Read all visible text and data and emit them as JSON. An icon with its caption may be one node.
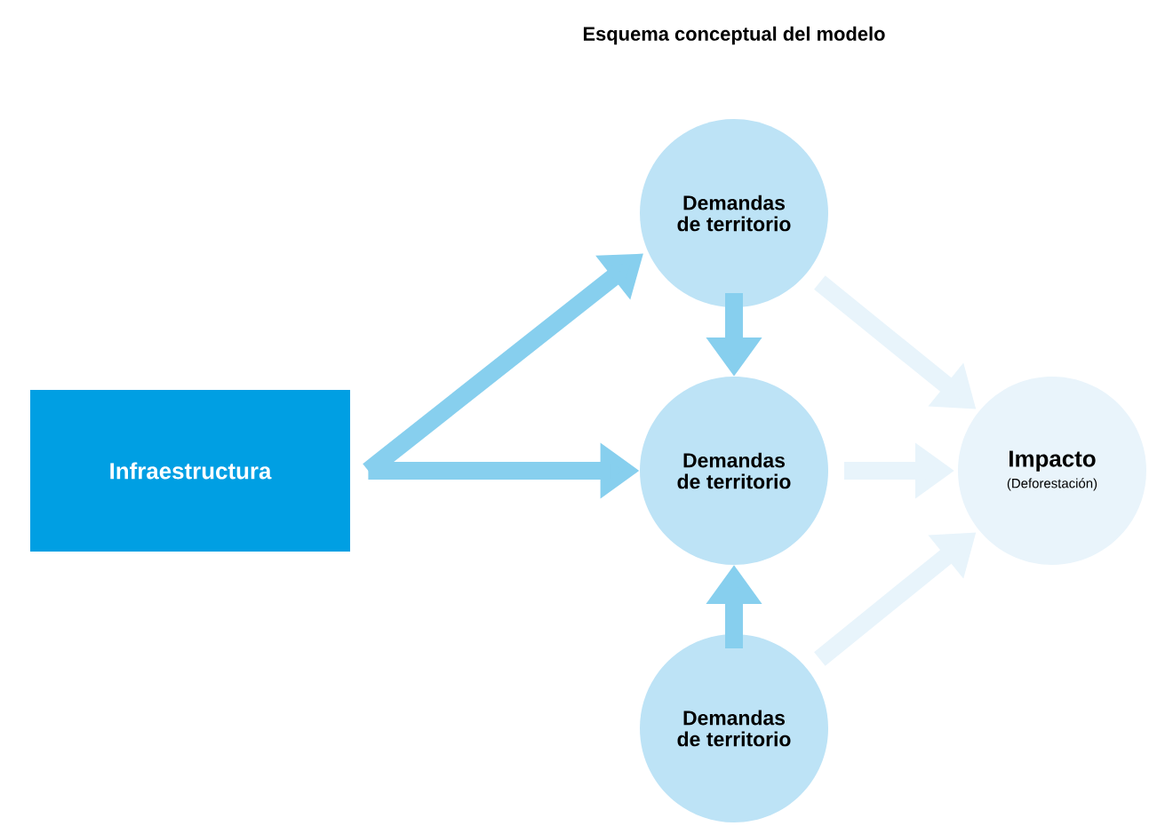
{
  "diagram": {
    "title": "Esquema conceptual del modelo",
    "nodes": [
      {
        "text": [
          "Infraestructura"
        ]
      },
      {
        "text": [
          "Demandas de territorio"
        ]
      },
      {
        "text": [
          "Demandas de territorio"
        ]
      },
      {
        "text": [
          "Demandas de territorio"
        ]
      },
      {
        "text": [
          "Impacto",
          "(Deforestación)"
        ]
      }
    ],
    "edges": [
      {
        "from": 0,
        "to": 1,
        "arrow": "to"
      },
      {
        "from": 0,
        "to": 2,
        "arrow": "to"
      },
      {
        "from": 1,
        "to": 2,
        "arrow": "to"
      },
      {
        "from": 3,
        "to": 2,
        "arrow": "to"
      },
      {
        "from": 1,
        "to": 4,
        "arrow": "to",
        "color": "#e8f4fb"
      },
      {
        "from": 2,
        "to": 4,
        "arrow": "to",
        "color": "#e8f4fb"
      },
      {
        "from": 3,
        "to": 4,
        "arrow": "to",
        "color": "#e8f4fb"
      }
    ]
  }
}
